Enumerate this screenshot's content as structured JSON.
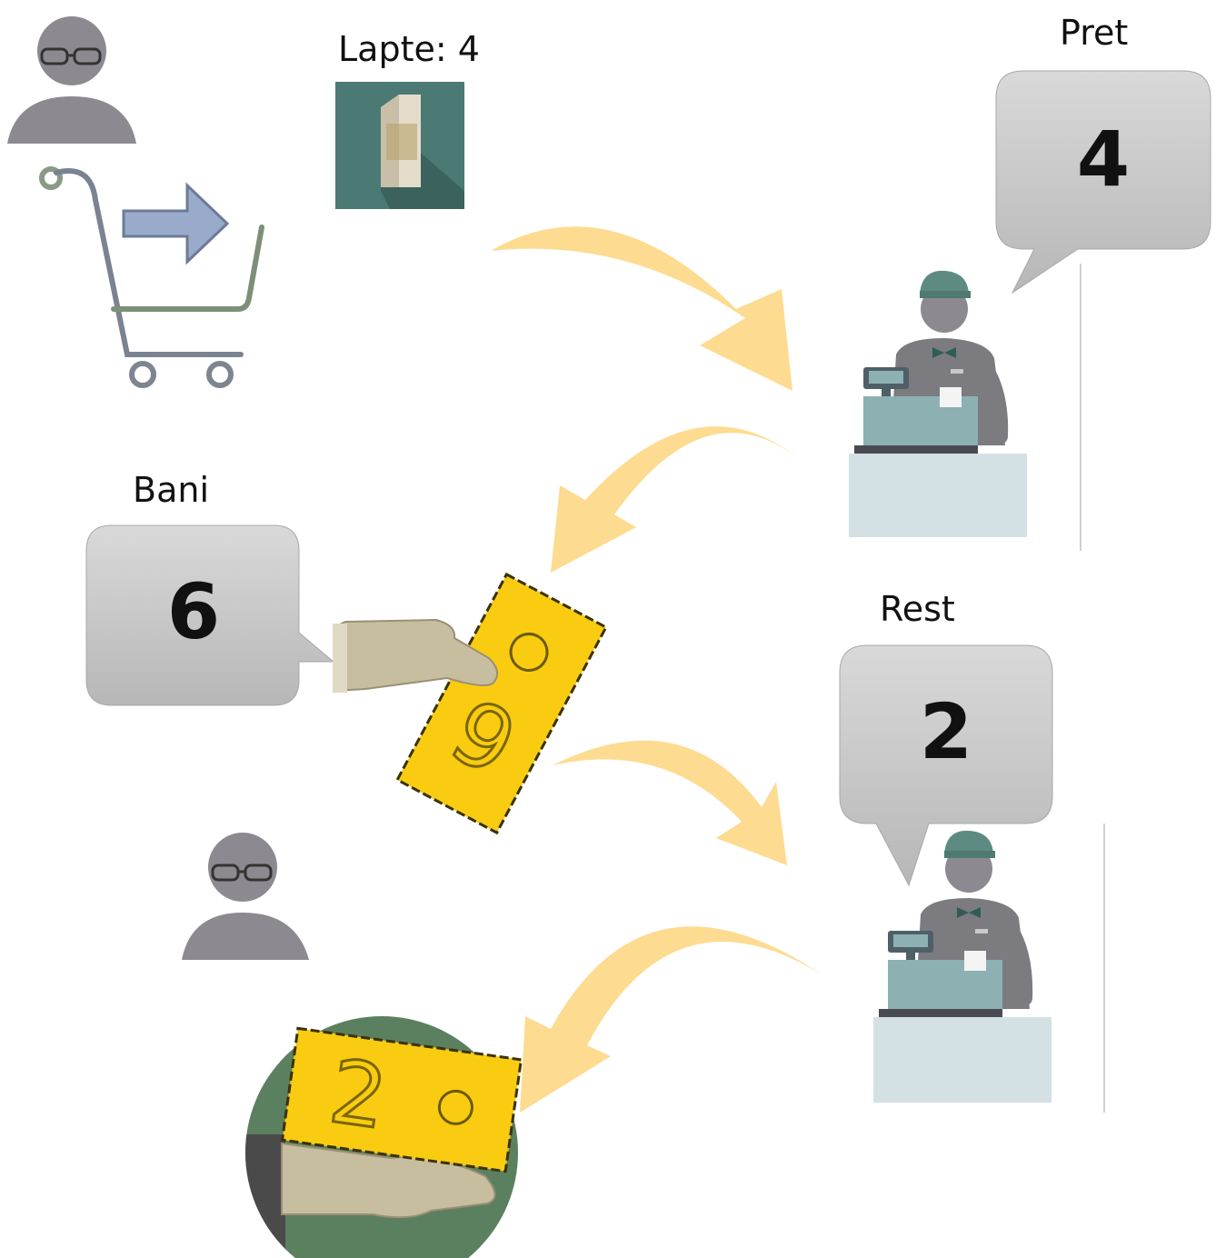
{
  "labels": {
    "product": "Lapte: 4",
    "price_title": "Pret",
    "price_value": "4",
    "money_title": "Bani",
    "money_value": "6",
    "change_title": "Rest",
    "change_value": "2"
  },
  "tickets": {
    "paid_digit": "6",
    "change_digit": "2"
  },
  "colors": {
    "arrow": "#fdd98a",
    "bubble_top": "#d9d9d9",
    "bubble_bottom": "#b7b7b7",
    "ticket": "#f9cc12",
    "person": "#8c8a90",
    "cashier_uniform": "#7b7b80",
    "register": "#8db1b2",
    "counter": "#d3e1e4"
  }
}
